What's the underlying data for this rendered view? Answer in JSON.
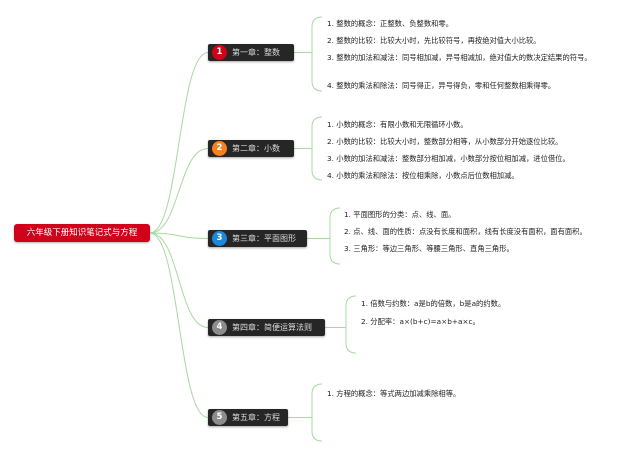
{
  "root": {
    "label": "六年级下册知识笔记式与方程"
  },
  "branches": [
    {
      "number": "1",
      "label": "第一章：整数",
      "color": "#d0021b",
      "leaves": [
        "1. 整数的概念：正整数、负整数和零。",
        "2. 整数的比较：比较大小时，先比较符号，再按绝对值大小比较。",
        "3. 整数的加法和减法：同号相加减，异号相减加，绝对值大的数决定结果的符号。",
        "4. 整数的乘法和除法：同号得正，异号得负，零和任何整数相乘得零。"
      ]
    },
    {
      "number": "2",
      "label": "第二章：小数",
      "color": "#f5821f",
      "leaves": [
        "1. 小数的概念：有限小数和无限循环小数。",
        "2. 小数的比较：比较大小时，整数部分相等，从小数部分开始逐位比较。",
        "3. 小数的加法和减法：整数部分相加减，小数部分按位相加减，进位借位。",
        "4. 小数的乘法和除法：按位相乘除，小数点后位数相加减。"
      ]
    },
    {
      "number": "3",
      "label": "第三章：平面图形",
      "color": "#1e88d8",
      "leaves": [
        "1. 平面图形的分类：点、线、面。",
        "2. 点、线、面的性质：点没有长度和面积，线有长度没有面积，面有面积。",
        "3. 三角形：等边三角形、等腰三角形、直角三角形。"
      ]
    },
    {
      "number": "4",
      "label": "第四章：简便运算法则",
      "color": "#8c8c8c",
      "leaves": [
        "1. 倍数与约数：a是b的倍数，b是a的约数。",
        "2. 分配率：a×(b+c)=a×b+a×c。"
      ]
    },
    {
      "number": "5",
      "label": "第五章：方程",
      "color": "#8c8c8c",
      "leaves": [
        "1. 方程的概念：等式两边加减乘除相等。"
      ]
    }
  ]
}
